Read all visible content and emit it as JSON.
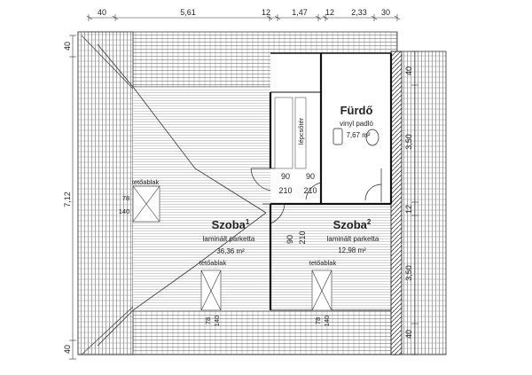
{
  "top_dimensions": [
    "40",
    "5,61",
    "12",
    "1,47",
    "12",
    "2,33",
    "30"
  ],
  "left_dimensions": {
    "top": "40",
    "middle": "7,12",
    "bottom": "40"
  },
  "right_dimensions": [
    "40",
    "3,50",
    "12",
    "3,50",
    "40"
  ],
  "rooms": {
    "furdo": {
      "name": "Fürdő",
      "floor": "vinyl padló",
      "area": "7,67 m²"
    },
    "szoba1": {
      "name": "Szoba",
      "sup": "1",
      "floor": "laminált parketta",
      "area": "36,36 m²"
    },
    "szoba2": {
      "name": "Szoba",
      "sup": "2",
      "floor": "laminált parketta",
      "area": "12,98 m²"
    }
  },
  "stair_label": "lépcsőtér",
  "doors": {
    "d1": {
      "w": "90",
      "h": "210"
    },
    "d2": {
      "w": "90",
      "h": "210"
    },
    "d3": {
      "w": "90",
      "h": "210"
    }
  },
  "skylights": {
    "left": {
      "label": "tetőablak",
      "w": "78",
      "h": "140"
    },
    "bottom_left": {
      "label": "tetőablak",
      "w": "78",
      "h": "140"
    },
    "bottom_right": {
      "label": "tetőablak",
      "w": "78",
      "h": "140"
    }
  }
}
